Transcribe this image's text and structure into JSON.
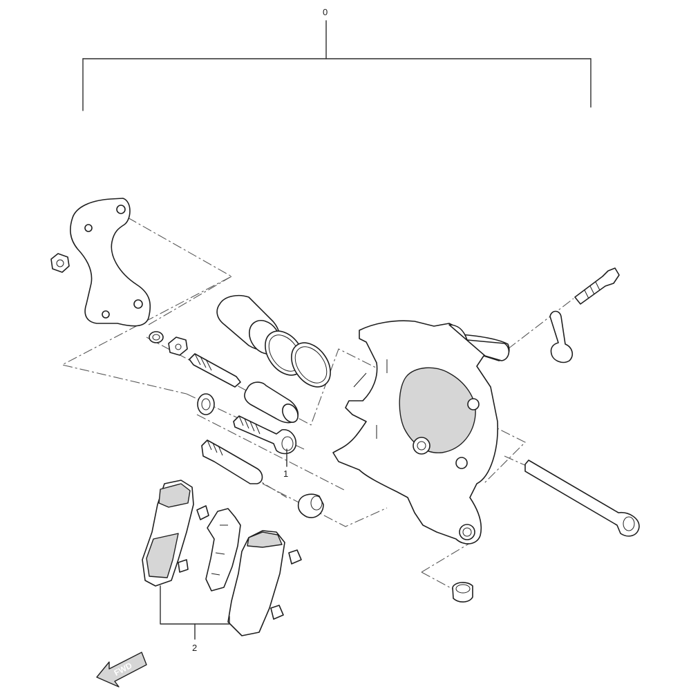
{
  "diagram": {
    "callouts": [
      {
        "id": "assembly",
        "text": "0"
      },
      {
        "id": "bolt-kit",
        "text": "1"
      },
      {
        "id": "pads",
        "text": "2"
      }
    ],
    "direction_arrow": {
      "text": "FWD"
    }
  }
}
